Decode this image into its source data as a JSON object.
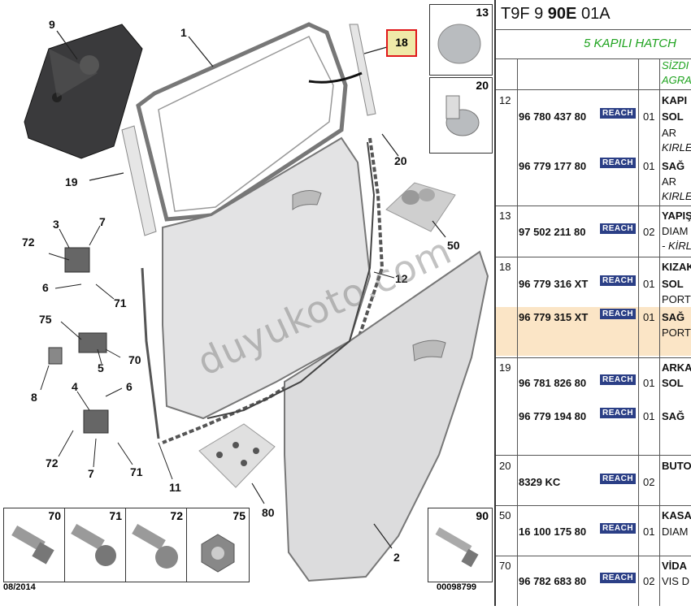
{
  "diagram": {
    "callouts": [
      "9",
      "1",
      "18",
      "13",
      "20",
      "19",
      "20",
      "3",
      "7",
      "72",
      "6",
      "71",
      "50",
      "12",
      "75",
      "5",
      "70",
      "8",
      "4",
      "6",
      "72",
      "7",
      "71",
      "11",
      "80",
      "2"
    ],
    "thumbnails": [
      {
        "num": "13"
      },
      {
        "num": "20"
      },
      {
        "num": "70"
      },
      {
        "num": "71"
      },
      {
        "num": "72"
      },
      {
        "num": "75"
      },
      {
        "num": "90"
      }
    ],
    "highlight": "18",
    "date": "08/2014",
    "ref": "00098799",
    "watermark": "duyukoto.com"
  },
  "panel": {
    "title_prefix": "T9F 9 ",
    "title_bold": "90E",
    "title_suffix": " 01A",
    "subtitle": "5 KAPILI HATCH",
    "header_note_1": "SİZDI",
    "header_note_2": "AGRA",
    "rows": [
      {
        "ref": "12",
        "part": "96 780 437 80",
        "qty": "01",
        "desc1": "KAPI",
        "desc2": "SOL",
        "desc3": "AR",
        "desc4": "KIRLE"
      },
      {
        "ref": "",
        "part": "96 779 177 80",
        "qty": "01",
        "desc1": "SAĞ",
        "desc2": "AR",
        "desc3": "KIRLE"
      },
      {
        "ref": "13",
        "part": "97 502 211 80",
        "qty": "02",
        "desc1": "YAPIŞ",
        "desc2": "DIAM",
        "desc3": "- KİRL"
      },
      {
        "ref": "18",
        "part": "96 779 316 XT",
        "qty": "01",
        "desc1": "KIZAK",
        "desc2": "SOL",
        "desc3": "PORT"
      },
      {
        "ref": "",
        "part": "96 779 315 XT",
        "qty": "01",
        "desc1": "SAĞ",
        "desc2": "PORT"
      },
      {
        "ref": "19",
        "part": "96 781 826 80",
        "qty": "01",
        "desc1": "ARKA",
        "desc2": "SOL"
      },
      {
        "ref": "",
        "part": "96 779 194 80",
        "qty": "01",
        "desc1": "SAĞ"
      },
      {
        "ref": "20",
        "part": "8329 KC",
        "qty": "02",
        "desc1": "BUTO"
      },
      {
        "ref": "50",
        "part": "16 100 175 80",
        "qty": "01",
        "desc1": "KASA",
        "desc2": "DIAM"
      },
      {
        "ref": "70",
        "part": "96 782 683 80",
        "qty": "02",
        "desc1": "VİDA",
        "desc2": "VIS D"
      }
    ],
    "reach_label": "REACH",
    "highlight_color": "#fbe5c6",
    "reach_color": "#2b3f86"
  }
}
